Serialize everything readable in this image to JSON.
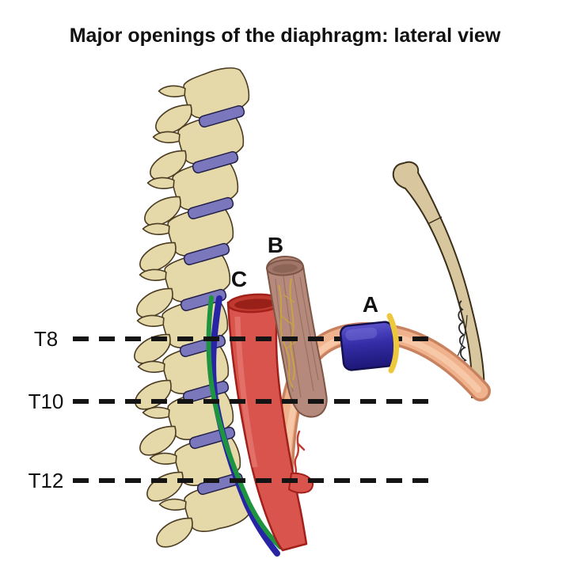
{
  "title": "Major openings of the diaphragm: lateral view",
  "level_markers": [
    {
      "label": "T8"
    },
    {
      "label": "T10"
    },
    {
      "label": "T12"
    }
  ],
  "opening_labels": {
    "a": "A",
    "b": "B",
    "c": "C"
  },
  "colors": {
    "bone": "#e6d9a9",
    "bone_outline": "#4b3c22",
    "disc": "#7b77bd",
    "sternum_bone": "#d8c79e",
    "diaphragm": "#f0b28d",
    "diaphragm_outline": "#c8825f",
    "diaphragm_inner": "#f7c8a8",
    "esophagus": "#b58a7c",
    "esophagus_outline": "#7d5646",
    "vagus_yellow": "#c9a43f",
    "aorta": "#d9544c",
    "aorta_outline": "#a21f1a",
    "ivc_blue": "#332ca6",
    "band_yellow": "#edc83d",
    "green_line": "#1f9440",
    "blue_line": "#2824a6",
    "dash": "#141414"
  }
}
